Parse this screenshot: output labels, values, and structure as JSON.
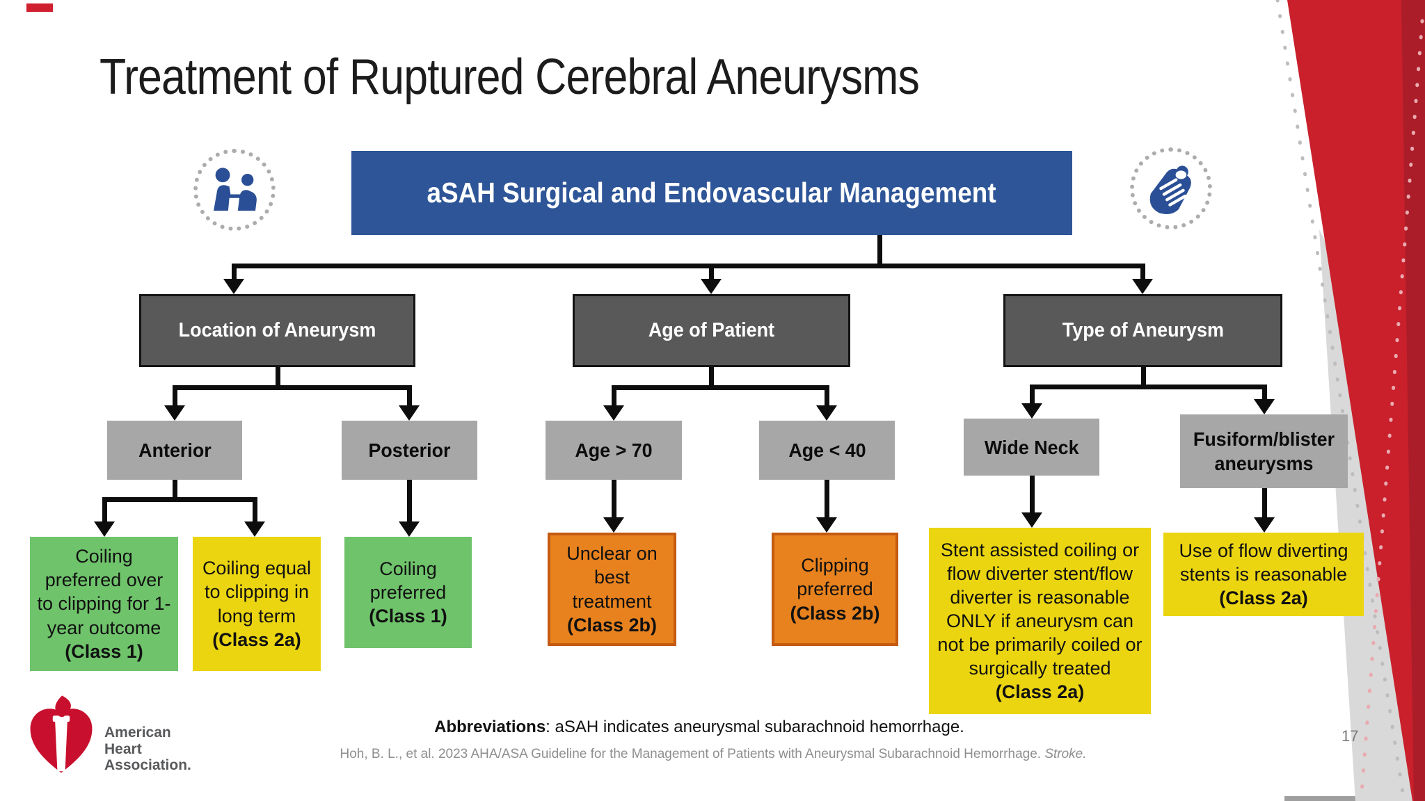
{
  "slide": {
    "title": "Treatment of Ruptured Cerebral Aneurysms",
    "page_number": "17",
    "footer": {
      "abbreviations_label": "Abbreviations",
      "abbreviations_text": ": aSAH indicates aneurysmal subarachnoid hemorrhage.",
      "citation_text": "Hoh, B. L., et al. 2023 AHA/ASA Guideline for the Management of Patients with Aneurysmal Subarachnoid Hemorrhage. ",
      "citation_journal": "Stroke."
    },
    "logo": {
      "org_line1": "American",
      "org_line2": "Heart",
      "org_line3": "Association."
    }
  },
  "flowchart": {
    "root_label": "aSAH Surgical and Endovascular Management",
    "icons": {
      "left": "clinician-examining-patient",
      "right": "surgical-hands"
    },
    "branches": [
      {
        "label": "Location of Aneurysm"
      },
      {
        "label": "Age of Patient"
      },
      {
        "label": "Type of Aneurysm"
      }
    ],
    "criteria": [
      {
        "label": "Anterior"
      },
      {
        "label": "Posterior"
      },
      {
        "label": "Age > 70"
      },
      {
        "label": "Age < 40"
      },
      {
        "label": "Wide Neck"
      },
      {
        "label": "Fusiform/blister aneurysms"
      }
    ],
    "outcomes": [
      {
        "text": "Coiling preferred over to clipping for 1-year outcome",
        "class_label": "(Class 1)",
        "recommendation_level": "green"
      },
      {
        "text": "Coiling equal to clipping in long term",
        "class_label": "(Class 2a)",
        "recommendation_level": "yellow"
      },
      {
        "text": "Coiling preferred",
        "class_label": "(Class 1)",
        "recommendation_level": "green"
      },
      {
        "text": "Unclear on best treatment",
        "class_label": "(Class 2b)",
        "recommendation_level": "orange"
      },
      {
        "text": "Clipping preferred",
        "class_label": "(Class 2b)",
        "recommendation_level": "orange"
      },
      {
        "text": "Stent assisted coiling or flow diverter stent/flow diverter is reasonable ONLY if aneurysm can not be primarily coiled or surgically treated",
        "class_label": "(Class 2a)",
        "recommendation_level": "yellow"
      },
      {
        "text": "Use of flow diverting stents is reasonable",
        "class_label": "(Class 2a)",
        "recommendation_level": "yellow"
      }
    ]
  },
  "colors": {
    "header_blue": "#2E5597",
    "branch_gray": "#595959",
    "criterion_gray": "#A7A7A7",
    "green": "#6FC36B",
    "yellow": "#EBD511",
    "orange": "#E8821E",
    "orange_border": "#C55A11",
    "accent_red": "#C9202C",
    "aha_red": "#C8102E"
  }
}
